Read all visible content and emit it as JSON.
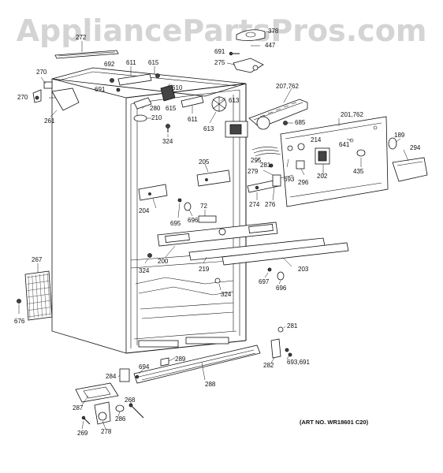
{
  "watermark": "AppliancePartsPros.com",
  "art_number": "(ART NO. WR18601 C20)",
  "callouts": [
    {
      "id": "c272",
      "text": "272"
    },
    {
      "id": "c378",
      "text": "378"
    },
    {
      "id": "c691a",
      "text": "691"
    },
    {
      "id": "c447",
      "text": "447"
    },
    {
      "id": "c275",
      "text": "275"
    },
    {
      "id": "c692",
      "text": "692"
    },
    {
      "id": "c611a",
      "text": "611"
    },
    {
      "id": "c615a",
      "text": "615"
    },
    {
      "id": "c270a",
      "text": "270"
    },
    {
      "id": "c691b",
      "text": "691"
    },
    {
      "id": "c610",
      "text": "610"
    },
    {
      "id": "c207",
      "text": "207,762"
    },
    {
      "id": "c270b",
      "text": "270"
    },
    {
      "id": "c615b",
      "text": "615"
    },
    {
      "id": "c280",
      "text": "280"
    },
    {
      "id": "c613a",
      "text": "613"
    },
    {
      "id": "c210",
      "text": "210"
    },
    {
      "id": "c611b",
      "text": "611"
    },
    {
      "id": "c261",
      "text": "261"
    },
    {
      "id": "c201",
      "text": "201,762"
    },
    {
      "id": "c685",
      "text": "685"
    },
    {
      "id": "c613b",
      "text": "613"
    },
    {
      "id": "c324a",
      "text": "324"
    },
    {
      "id": "c189",
      "text": "189"
    },
    {
      "id": "c214",
      "text": "214"
    },
    {
      "id": "c641",
      "text": "641"
    },
    {
      "id": "c294",
      "text": "294"
    },
    {
      "id": "c295",
      "text": "295"
    },
    {
      "id": "c205",
      "text": "205"
    },
    {
      "id": "c281a",
      "text": "281"
    },
    {
      "id": "c202",
      "text": "202"
    },
    {
      "id": "c435",
      "text": "435"
    },
    {
      "id": "c279",
      "text": "279"
    },
    {
      "id": "c693a",
      "text": "693"
    },
    {
      "id": "c296",
      "text": "296"
    },
    {
      "id": "c204",
      "text": "204"
    },
    {
      "id": "c274",
      "text": "274"
    },
    {
      "id": "c276",
      "text": "276"
    },
    {
      "id": "c72",
      "text": "72"
    },
    {
      "id": "c696a",
      "text": "696"
    },
    {
      "id": "c695",
      "text": "695"
    },
    {
      "id": "c267",
      "text": "267"
    },
    {
      "id": "c200",
      "text": "200"
    },
    {
      "id": "c219",
      "text": "219"
    },
    {
      "id": "c203",
      "text": "203"
    },
    {
      "id": "c324b",
      "text": "324"
    },
    {
      "id": "c697",
      "text": "697"
    },
    {
      "id": "c696b",
      "text": "696"
    },
    {
      "id": "c324c",
      "text": "324"
    },
    {
      "id": "c676",
      "text": "676"
    },
    {
      "id": "c281b",
      "text": "281"
    },
    {
      "id": "c289",
      "text": "289"
    },
    {
      "id": "c694",
      "text": "694"
    },
    {
      "id": "c282",
      "text": "282"
    },
    {
      "id": "c693b",
      "text": "693,691"
    },
    {
      "id": "c284",
      "text": "284"
    },
    {
      "id": "c288",
      "text": "288"
    },
    {
      "id": "c268",
      "text": "268"
    },
    {
      "id": "c287",
      "text": "287"
    },
    {
      "id": "c286",
      "text": "286"
    },
    {
      "id": "c269",
      "text": "269"
    },
    {
      "id": "c278",
      "text": "278"
    }
  ]
}
